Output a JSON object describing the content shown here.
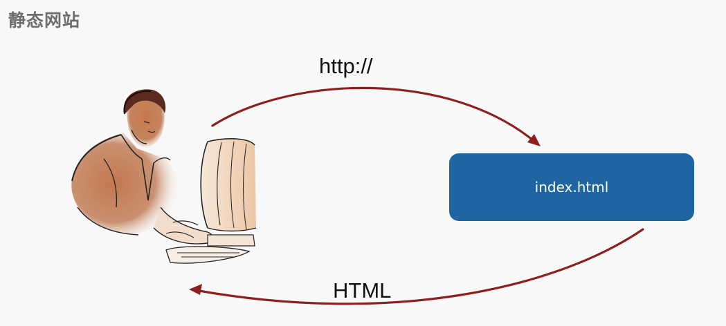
{
  "title": "静态网站",
  "request_label": "http://",
  "response_label": "HTML",
  "server_file": "index.html",
  "colors": {
    "arrow": "#8d1f1f",
    "box": "#1f65a2",
    "title": "#6e6e6e",
    "background": "#f8f8f8"
  },
  "icons": {
    "client": "person-at-computer-clipart"
  }
}
